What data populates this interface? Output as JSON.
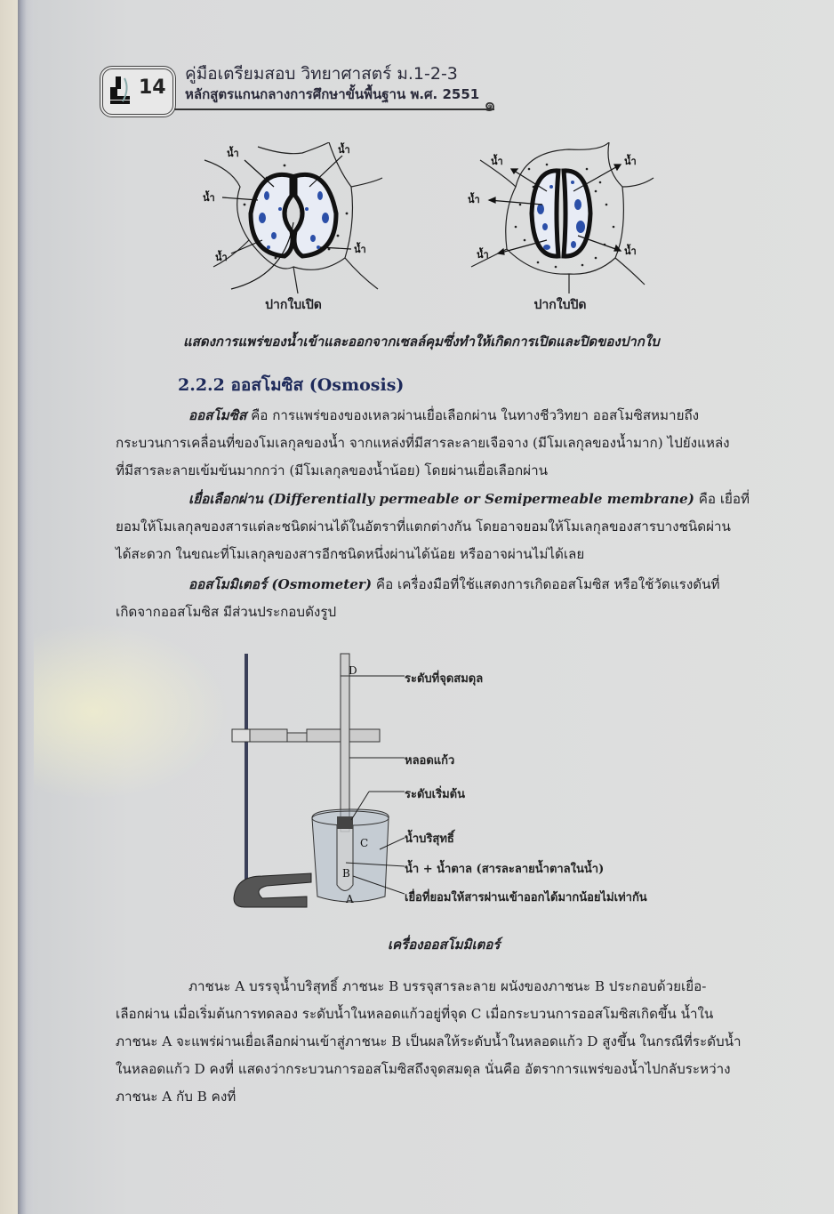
{
  "header": {
    "page_number": "14",
    "book_title": "คู่มือเตรียมสอบ วิทยาศาสตร์ ม.1-2-3",
    "curriculum": "หลักสูตรแกนกลางการศึกษาขั้นพื้นฐาน พ.ศ. 2551"
  },
  "stomata_figure": {
    "open": {
      "caption": "ปากใบเปิด",
      "labels": [
        "น้ำ",
        "น้ำ",
        "น้ำ",
        "น้ำ",
        "น้ำ"
      ],
      "arrow_direction": "inward"
    },
    "closed": {
      "caption": "ปากใบปิด",
      "labels": [
        "น้ำ",
        "น้ำ",
        "น้ำ",
        "น้ำ"
      ],
      "arrow_direction": "outward"
    },
    "caption": "แสดงการแพร่ของน้ำเข้าและออกจากเซลล์คุมซึ่งทำให้เกิดการเปิดและปิดของปากใบ"
  },
  "section": {
    "heading": "2.2.2 ออสโมซิส (Osmosis)"
  },
  "paragraphs": {
    "osmosis": {
      "term": "ออสโมซิส",
      "lines": [
        " คือ การแพร่ของของเหลวผ่านเยื่อเลือกผ่าน ในทางชีววิทยา ออสโมซิสหมายถึง",
        "กระบวนการเคลื่อนที่ของโมเลกุลของน้ำ จากแหล่งที่มีสารละลายเจือจาง (มีโมเลกุลของน้ำมาก) ไปยังแหล่ง",
        "ที่มีสารละลายเข้มข้นมากกว่า (มีโมเลกุลของน้ำน้อย) โดยผ่านเยื่อเลือกผ่าน"
      ]
    },
    "membrane": {
      "term": "เยื่อเลือกผ่าน (Differentially permeable or Semipermeable membrane)",
      "lines": [
        " คือ เยื่อที่",
        "ยอมให้โมเลกุลของสารแต่ละชนิดผ่านได้ในอัตราที่แตกต่างกัน โดยอาจยอมให้โมเลกุลของสารบางชนิดผ่าน",
        "ได้สะดวก ในขณะที่โมเลกุลของสารอีกชนิดหนึ่งผ่านได้น้อย หรืออาจผ่านไม่ได้เลย"
      ]
    },
    "osmometer": {
      "term": "ออสโมมิเตอร์ (Osmometer)",
      "lines": [
        " คือ เครื่องมือที่ใช้แสดงการเกิดออสโมซิส หรือใช้วัดแรงดันที่",
        "เกิดจากออสโมซิส มีส่วนประกอบดังรูป"
      ]
    },
    "experiment": {
      "lines": [
        "ภาชนะ A บรรจุน้ำบริสุทธิ์ ภาชนะ B บรรจุสารละลาย ผนังของภาชนะ B ประกอบด้วยเยื่อ-",
        "เลือกผ่าน เมื่อเริ่มต้นการทดลอง ระดับน้ำในหลอดแก้วอยู่ที่จุด C เมื่อกระบวนการออสโมซิสเกิดขึ้น น้ำใน",
        "ภาชนะ A จะแพร่ผ่านเยื่อเลือกผ่านเข้าสู่ภาชนะ B เป็นผลให้ระดับน้ำในหลอดแก้ว D สูงขึ้น ในกรณีที่ระดับน้ำ",
        "ในหลอดแก้ว D คงที่ แสดงว่ากระบวนการออสโมซิสถึงจุดสมดุล นั่นคือ อัตราการแพร่ของน้ำไปกลับระหว่าง",
        "ภาชนะ A กับ B คงที่"
      ]
    }
  },
  "osmometer_figure": {
    "points": {
      "A": "A",
      "B": "B",
      "C": "C",
      "D": "D"
    },
    "labels": {
      "equilibrium_level": "ระดับที่จุดสมดุล",
      "glass_tube": "หลอดแก้ว",
      "start_level": "ระดับเริ่มต้น",
      "pure_water": "น้ำบริสุทธิ์",
      "sugar_solution": "น้ำ + น้ำตาล (สารละลายน้ำตาลในน้ำ)",
      "membrane": "เยื่อที่ยอมให้สารผ่านเข้าออกได้มากน้อยไม่เท่ากัน"
    },
    "caption": "เครื่องออสโมมิเตอร์"
  },
  "colors": {
    "page": "#dcdddd",
    "ink": "#1f1f24",
    "heading": "#1e2a5a",
    "cell_blue": "#2b4fa8"
  }
}
